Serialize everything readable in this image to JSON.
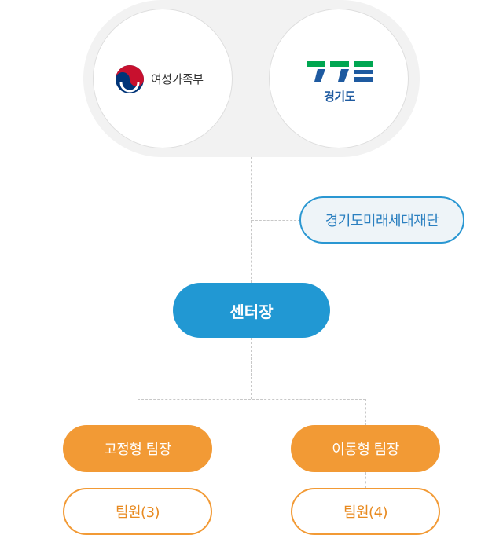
{
  "logos": {
    "left": {
      "text": "여성가족부",
      "icon": "taegeuk-icon",
      "colors": {
        "red": "#c8102e",
        "blue": "#003478"
      }
    },
    "right": {
      "text": "경기도",
      "icon": "gyeonggi-symbol-icon",
      "colors": {
        "green": "#00a651",
        "blue": "#1e5aa0"
      }
    }
  },
  "foundation": {
    "label": "경기도미래세대재단"
  },
  "director": {
    "label": "센터장"
  },
  "teams": [
    {
      "leader": "고정형 팀장",
      "members": "팀원(3)"
    },
    {
      "leader": "이동형 팀장",
      "members": "팀원(4)"
    }
  ],
  "colors": {
    "director": "#2198d3",
    "foundation_border": "#2a97d2",
    "team": "#f29a35",
    "connector": "#c8c8c8"
  }
}
